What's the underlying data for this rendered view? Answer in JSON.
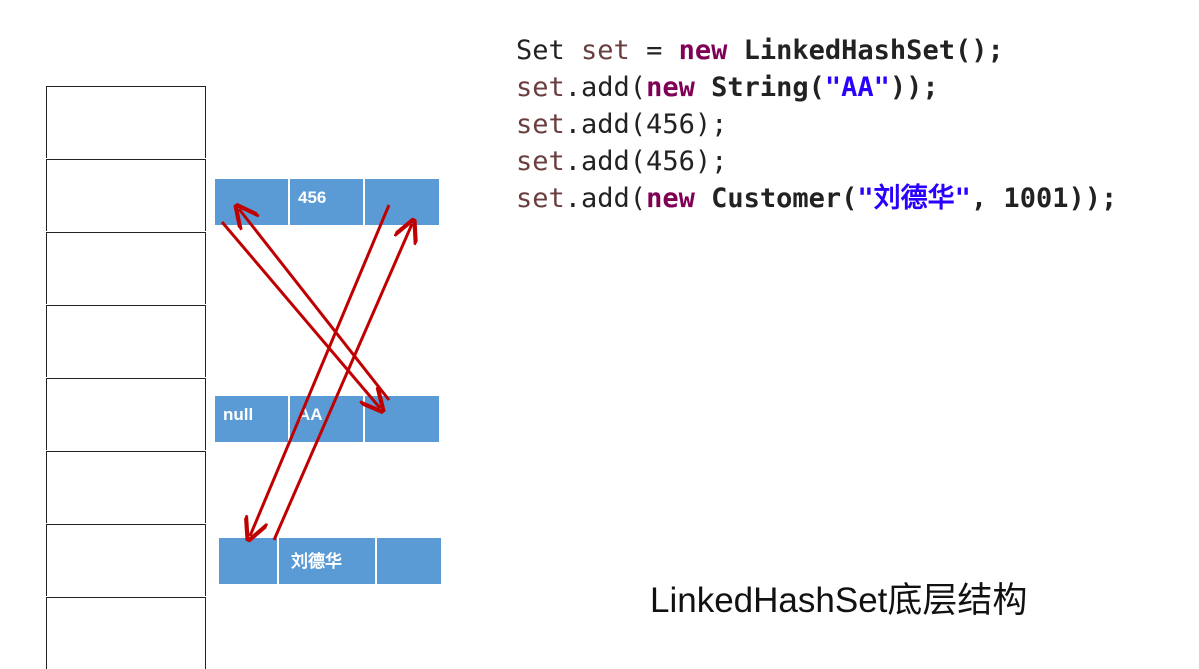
{
  "code": {
    "line1": {
      "t1": "Set ",
      "var": "set",
      "t2": " = ",
      "kw": "new",
      "cls": " LinkedHashSet();"
    },
    "line2": {
      "var": "set",
      "t1": ".add(",
      "kw": "new",
      "cls": " String(",
      "str": "\"AA\"",
      "t2": "));"
    },
    "line3": {
      "var": "set",
      "t1": ".add(456);"
    },
    "line4": {
      "var": "set",
      "t1": ".add(456);"
    },
    "line5": {
      "var": "set",
      "t1": ".add(",
      "kw": "new",
      "cls": " Customer(",
      "str": "\"刘德华\"",
      "t2": ", 1001));"
    }
  },
  "nodes": {
    "n456": {
      "prev": "",
      "value": "456",
      "next": ""
    },
    "nAA": {
      "prev": "null",
      "value": "AA",
      "next": ""
    },
    "nLiu": {
      "prev": "",
      "value": "刘德华",
      "next": ""
    }
  },
  "caption": "LinkedHashSet底层结构",
  "colors": {
    "node": "#5b9bd5",
    "arrow": "#c00000"
  }
}
